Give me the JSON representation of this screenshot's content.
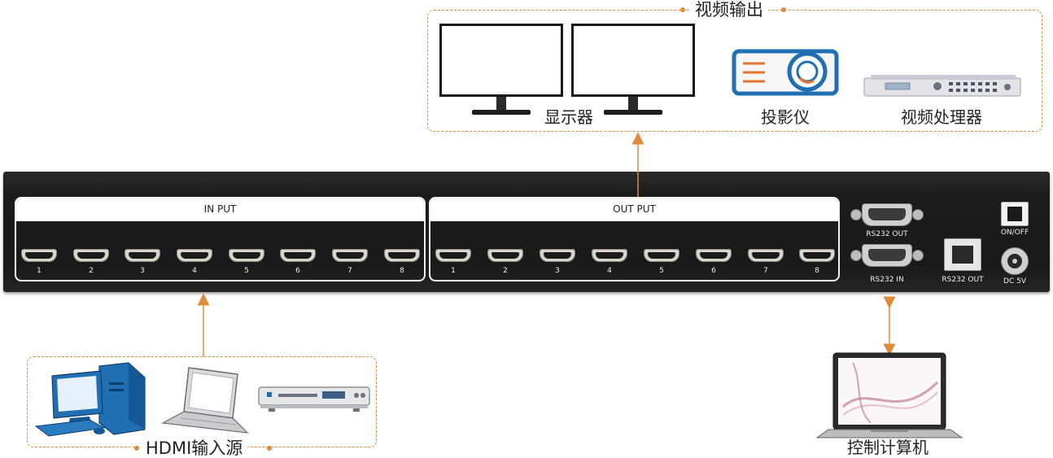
{
  "output_group": {
    "title": "视频输出",
    "devices": [
      "显示器",
      "投影仪",
      "视频处理器"
    ]
  },
  "input_group": {
    "title": "HDMI输入源"
  },
  "control": {
    "label": "控制计算机"
  },
  "matrix": {
    "input_panel_title": "IN PUT",
    "output_panel_title": "OUT PUT",
    "input_ports": [
      "1",
      "2",
      "3",
      "4",
      "5",
      "6",
      "7",
      "8"
    ],
    "output_ports": [
      "1",
      "2",
      "3",
      "4",
      "5",
      "6",
      "7",
      "8"
    ],
    "rs232_out_label": "RS232 OUT",
    "rs232_in_label": "RS232 IN",
    "rj45_label": "RS232 OUT",
    "power_switch_label": "ON/OFF",
    "dc_label": "DC 5V"
  },
  "colors": {
    "accent": "#e08a3c",
    "chassis": "#1a1a1a",
    "device_blue": "#1f6fb2"
  }
}
